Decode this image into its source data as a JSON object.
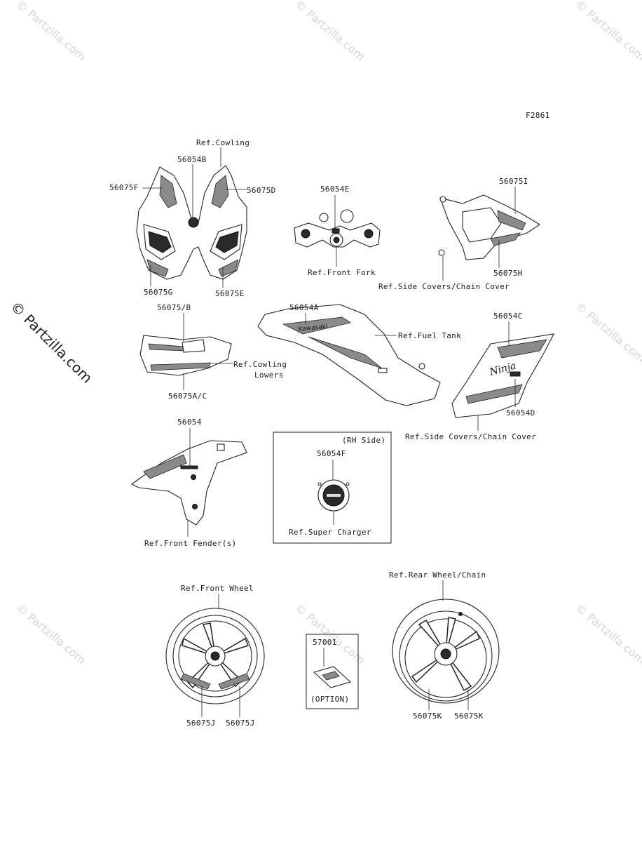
{
  "figure_id": "F2861",
  "watermark": {
    "text": "© Partzilla.com"
  },
  "labels": {
    "ref_cowling": "Ref.Cowling",
    "p56054B": "56054B",
    "p56075F": "56075F",
    "p56075D": "56075D",
    "p56075G": "56075G",
    "p56075E": "56075E",
    "p56054E": "56054E",
    "ref_front_fork": "Ref.Front Fork",
    "p56075I": "56075I",
    "p56075H": "56075H",
    "ref_side_covers_1": "Ref.Side Covers/Chain Cover",
    "p56054A": "56054A",
    "ref_fuel_tank": "Ref.Fuel Tank",
    "p56075_B": "56075/B",
    "ref_cowling_lowers_1": "Ref.Cowling",
    "ref_cowling_lowers_2": "Lowers",
    "p56075A_C": "56075A/C",
    "p56054C": "56054C",
    "p56054D": "56054D",
    "ref_side_covers_2": "Ref.Side Covers/Chain Cover",
    "p56054": "56054",
    "ref_front_fender": "Ref.Front Fender(s)",
    "rh_side": "(RH Side)",
    "p56054F": "56054F",
    "ref_super_charger": "Ref.Super Charger",
    "ref_front_wheel": "Ref.Front Wheel",
    "p56075J_a": "56075J",
    "p56075J_b": "56075J",
    "p57001": "57001",
    "option": "(OPTION)",
    "ref_rear_wheel": "Ref.Rear Wheel/Chain",
    "p56075K_a": "56075K",
    "p56075K_b": "56075K"
  }
}
